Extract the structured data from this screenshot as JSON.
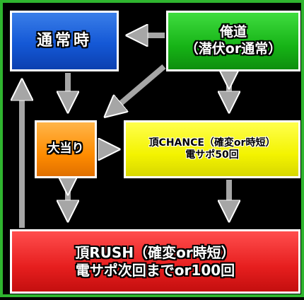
{
  "nodes": {
    "normal": {
      "lines": [
        "通常時"
      ]
    },
    "oremichi": {
      "lines": [
        "俺道",
        "（潜伏or通常）"
      ]
    },
    "ooatari": {
      "lines": [
        "大当り"
      ]
    },
    "chance": {
      "lines": [
        "頂CHANCE（確変or時短）",
        "電サポ50回"
      ]
    },
    "rush": {
      "lines": [
        "頂RUSH（確変or時短）",
        "電サポ次回までor100回"
      ]
    }
  },
  "colors": {
    "normal": "#1458d6",
    "oremichi": "#16b316",
    "ooatari": "#ff8c00",
    "chance": "#f3f300",
    "rush": "#e61e1e",
    "arrow": "#a6a6a6",
    "frame": "#2fb52f"
  }
}
